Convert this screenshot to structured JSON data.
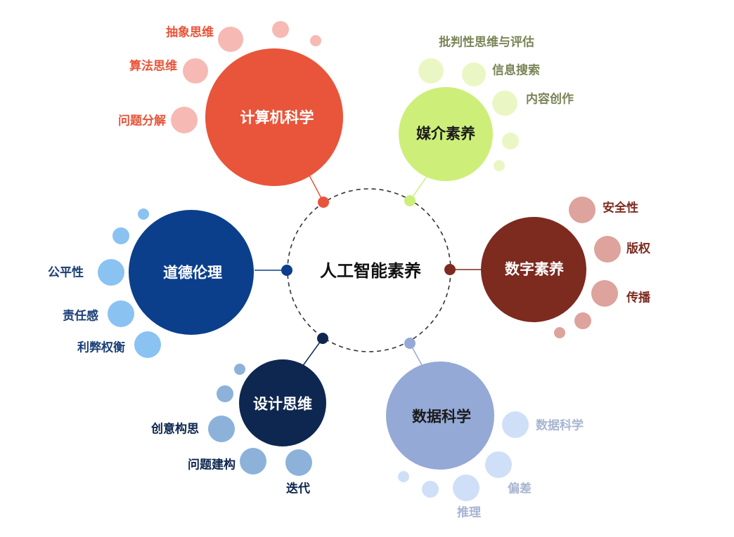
{
  "center": {
    "label": "人工智能素养"
  },
  "colors": {
    "cs": "#E8553A",
    "cs_light": "#F7B9B4",
    "media": "#CDEF7A",
    "media_light": "#EAF7C4",
    "media_text": "#7A8457",
    "digital": "#7D2A1F",
    "digital_light": "#DDA39C",
    "data": "#95A9D6",
    "data_light": "#CFDFF7",
    "data_text": "#A7B5D2",
    "design": "#0E2750",
    "design_light": "#8CB2DA",
    "ethics": "#0B3F8C",
    "ethics_light": "#8AC2F2",
    "ethics_text": "#1A3E76"
  },
  "domains": {
    "computer_science": {
      "label": "计算机科学",
      "items": [
        "抽象思维",
        "算法思维",
        "问题分解"
      ]
    },
    "media_literacy": {
      "label": "媒介素养",
      "items": [
        "批判性思维与评估",
        "信息搜索",
        "内容创作"
      ]
    },
    "digital_literacy": {
      "label": "数字素养",
      "items": [
        "安全性",
        "版权",
        "传播"
      ]
    },
    "data_science": {
      "label": "数据科学",
      "items": [
        "数据科学",
        "偏差",
        "推理"
      ]
    },
    "design_thinking": {
      "label": "设计思维",
      "items": [
        "创意构思",
        "问题建构",
        "迭代"
      ]
    },
    "ethics": {
      "label": "道德伦理",
      "items": [
        "公平性",
        "责任感",
        "利弊权衡"
      ]
    }
  }
}
